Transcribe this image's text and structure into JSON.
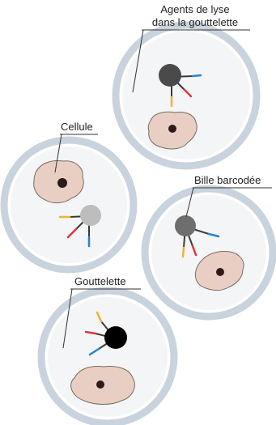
{
  "labels": {
    "lysis_line1": "Agents de lyse",
    "lysis_line2": "dans la gouttelette",
    "cell": "Cellule",
    "bead": "Bille barcodée",
    "droplet": "Gouttelette"
  },
  "colors": {
    "droplet_ring": "#c9d3dd",
    "droplet_fill": "#f3f5f7",
    "cell_fill": "#e9cfc3",
    "cell_stroke": "#7a6a62",
    "nucleus": "#2b1b1b",
    "bead_dark": "#4a4a4a",
    "bead_gray": "#6e6e6e",
    "bead_light": "#bdbdbd",
    "bead_black": "#000000",
    "arm_yellow": "#f2b233",
    "arm_red": "#e0373a",
    "arm_blue": "#2f7fd1",
    "leader_line": "#333333"
  }
}
